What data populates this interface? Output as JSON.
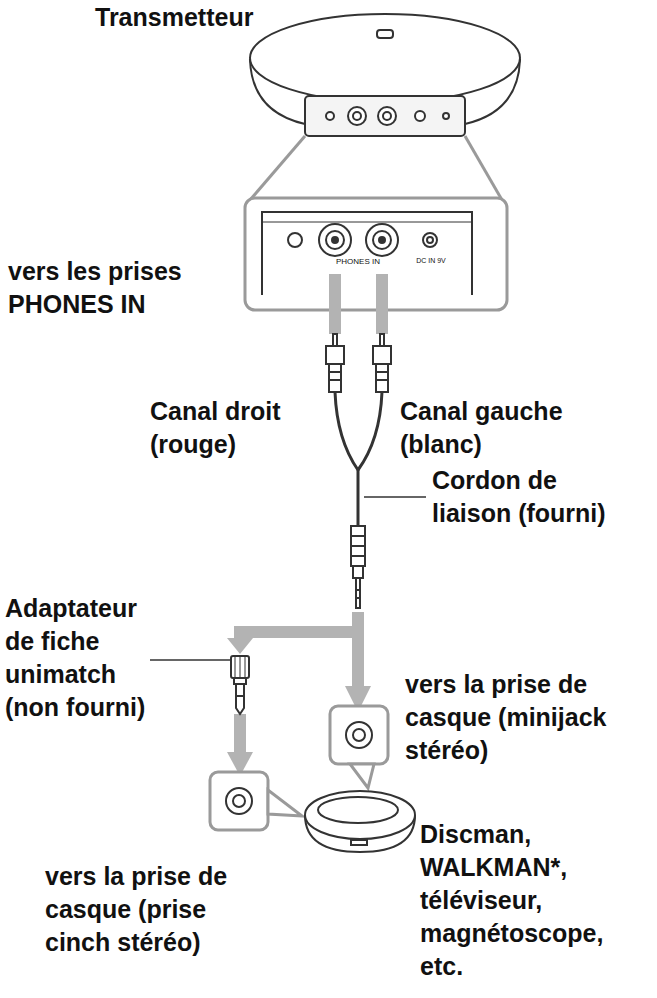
{
  "diagram": {
    "labels": [
      "Transmetteur",
      "PHONES IN",
      "DC IN 9V",
      "vers les prises PHONES IN",
      "Canal droit (rouge)",
      "Canal gauche (blanc)",
      "Cordon de liaison (fourni)",
      "Adaptateur de fiche unimatch (non fourni)",
      "vers la prise de casque (minijack stéréo)",
      "Discman, WALKMAN*, téléviseur, magnétoscope, etc.",
      "vers la prise de casque (prise cinch stéréo)"
    ]
  }
}
